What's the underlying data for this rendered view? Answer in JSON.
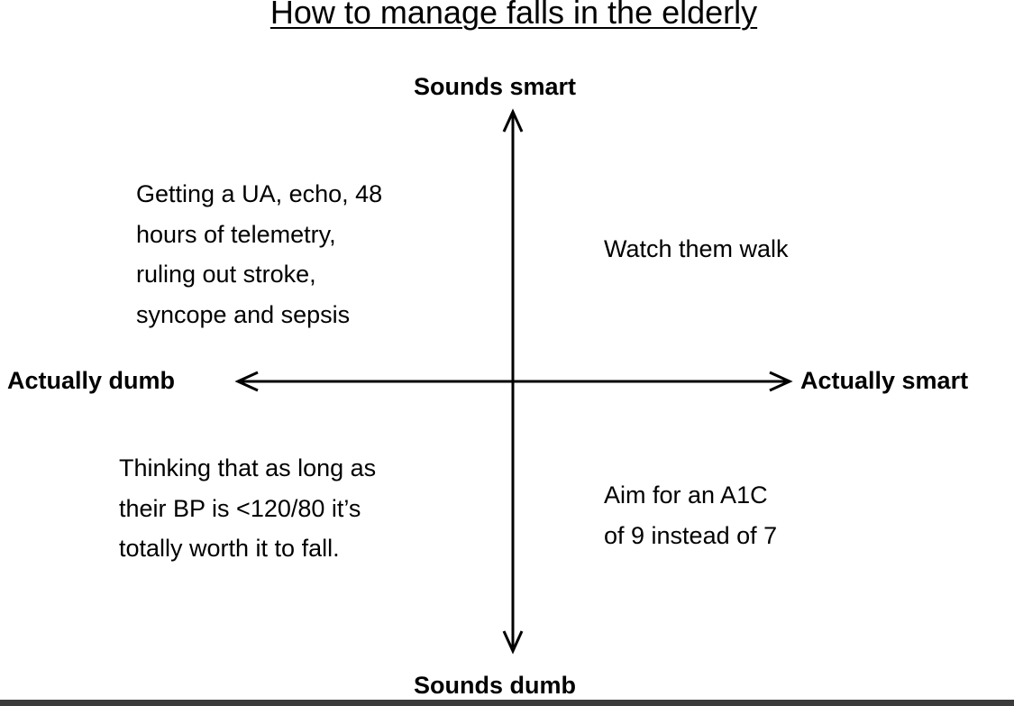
{
  "title": "How to manage falls in the elderly",
  "axes": {
    "top": "Sounds smart",
    "bottom": "Sounds dumb",
    "left": "Actually dumb",
    "right": "Actually smart"
  },
  "quadrants": {
    "top_left": [
      "Getting a UA, echo, 48",
      "hours of telemetry,",
      "ruling out stroke,",
      "syncope and sepsis"
    ],
    "top_right": [
      "Watch them walk"
    ],
    "bottom_left": [
      "Thinking that as long as",
      "their BP is <120/80 it’s",
      "totally worth it to fall."
    ],
    "bottom_right": [
      "Aim for an A1C",
      "of 9 instead of 7"
    ]
  }
}
